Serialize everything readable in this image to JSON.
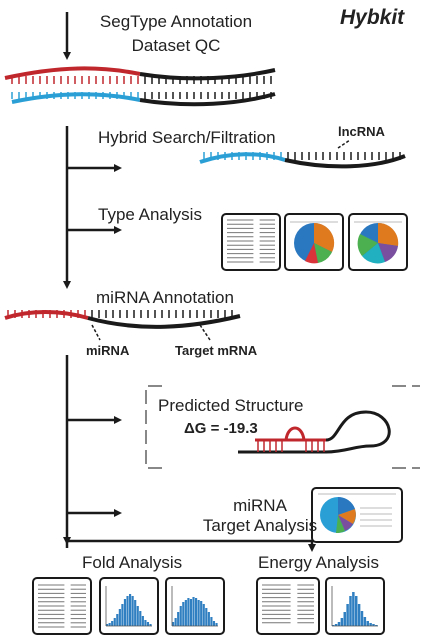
{
  "brand": "Hybkit",
  "steps": {
    "segtype_line1": "SegType Annotation",
    "segtype_line2": "Dataset QC",
    "hybrid_search": "Hybrid Search/Filtration",
    "type_analysis": "Type Analysis",
    "mirna_annotation": "miRNA Annotation",
    "mirna_target_line1": "miRNA",
    "mirna_target_line2": "Target Analysis",
    "fold_analysis": "Fold Analysis",
    "energy_analysis": "Energy Analysis"
  },
  "labels": {
    "lncrna": "lncRNA",
    "mirna": "miRNA",
    "target_mrna": "Target mRNA",
    "predicted_structure": "Predicted Structure",
    "delta_g": "ΔG = -19.3"
  },
  "colors": {
    "red_strand": "#c0272d",
    "blue_strand": "#2a9fd6",
    "black_strand": "#1a1a1a",
    "hist_bar": "#2f7fc1",
    "pie_blue": "#2a78c0",
    "pie_orange": "#e07a1f",
    "pie_green": "#4caf50",
    "pie_red": "#d9343a",
    "pie_purple": "#7a4fa0",
    "pie_teal": "#20b0c0"
  },
  "icons": {
    "flow_arrows": "arrow-down-icon",
    "branch_arrows": "arrow-right-icon"
  }
}
